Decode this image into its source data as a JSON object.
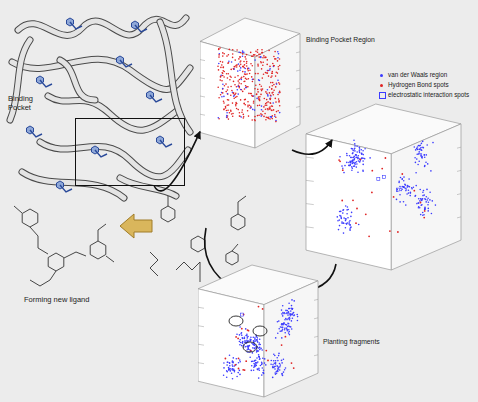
{
  "diagram": {
    "nodes": [
      {
        "text": [
          "Binding Pocket"
        ]
      },
      {
        "text": [
          "Binding Pocket Region"
        ]
      },
      {
        "text": [
          "Planting fragments"
        ]
      }
    ],
    "edges": [
      {
        "from": 0,
        "to": 1,
        "arrow": "to"
      }
    ],
    "labels": [
      "Forming new ligand"
    ],
    "legend": [
      {
        "text": "van der Waals region",
        "color": "#3b3bff"
      },
      {
        "text": "Hydrogen Bond spots",
        "color": "#e02424"
      },
      {
        "text": "electrostatic interaction spots"
      }
    ]
  }
}
